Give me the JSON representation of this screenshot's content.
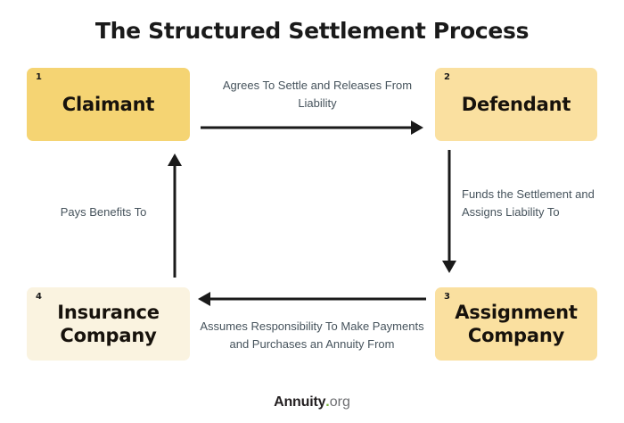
{
  "title": "The Structured Settlement Process",
  "colors": {
    "box_gold": "#F5D473",
    "box_light_yellow": "#FAE0A0",
    "box_cream": "#FAF3E0",
    "label_text": "#46535c",
    "arrow": "#1a1a1a",
    "title_text": "#1a1a1a",
    "brand_green": "#7cb342",
    "background": "#ffffff"
  },
  "nodes": [
    {
      "id": "claimant",
      "number": "1",
      "label": "Claimant",
      "fill": "#F5D473"
    },
    {
      "id": "defendant",
      "number": "2",
      "label": "Defendant",
      "fill": "#FAE0A0"
    },
    {
      "id": "assignment",
      "number": "3",
      "label": "Assignment Company",
      "fill": "#FAE0A0"
    },
    {
      "id": "insurance",
      "number": "4",
      "label": "Insurance Company",
      "fill": "#FAF3E0"
    }
  ],
  "connectors": [
    {
      "id": "top",
      "from": "claimant",
      "to": "defendant",
      "direction": "right",
      "label": "Agrees To Settle and Releases From Liability"
    },
    {
      "id": "right",
      "from": "defendant",
      "to": "assignment",
      "direction": "down",
      "label": "Funds the Settlement and Assigns Liability To"
    },
    {
      "id": "bottom",
      "from": "assignment",
      "to": "insurance",
      "direction": "left",
      "label": "Assumes Responsibility To Make Payments and Purchases an Annuity From"
    },
    {
      "id": "left",
      "from": "insurance",
      "to": "claimant",
      "direction": "up",
      "label": "Pays Benefits To"
    }
  ],
  "footer": {
    "brand": "Annuity",
    "dot": ".",
    "tld": "org"
  }
}
